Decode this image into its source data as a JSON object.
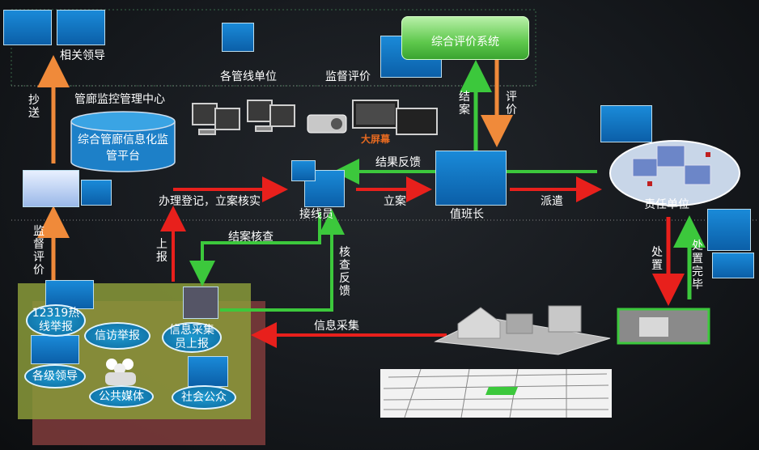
{
  "labels": {
    "related_leaders": "相关领导",
    "pipeline_units": "各管线单位",
    "supervise_eval": "监督评价",
    "system": "综合评价系统",
    "center": "管廊监控管理中心",
    "platform": "综合管廊信息化监管平台",
    "big_screen": "大屏幕",
    "result_feedback": "结果反馈",
    "register": "办理登记，立案核实",
    "operator": "接线员",
    "file_case": "立案",
    "shift_leader": "值班长",
    "dispatch": "派遣",
    "responsible_unit": "责任单位",
    "close_check": "结案核查",
    "report_up": "上报",
    "verify_feedback": "核查反馈",
    "handle": "处置",
    "handle_done": "处置完毕",
    "info_collect": "信息采集",
    "cc": "抄送",
    "supervise_eval_left": "监督评价",
    "close_case": "结案",
    "evaluate": "评价"
  },
  "sources": {
    "hotline": "12319热线举报",
    "petition": "信访举报",
    "collector": "信息采集员上报",
    "leaders": "各级领导",
    "media": "公共媒体",
    "public": "社会公众"
  },
  "colors": {
    "arrow_red": "#e8201c",
    "arrow_green": "#3cc83c",
    "arrow_orange": "#f08a3a",
    "node_blue": "#1784cc"
  }
}
